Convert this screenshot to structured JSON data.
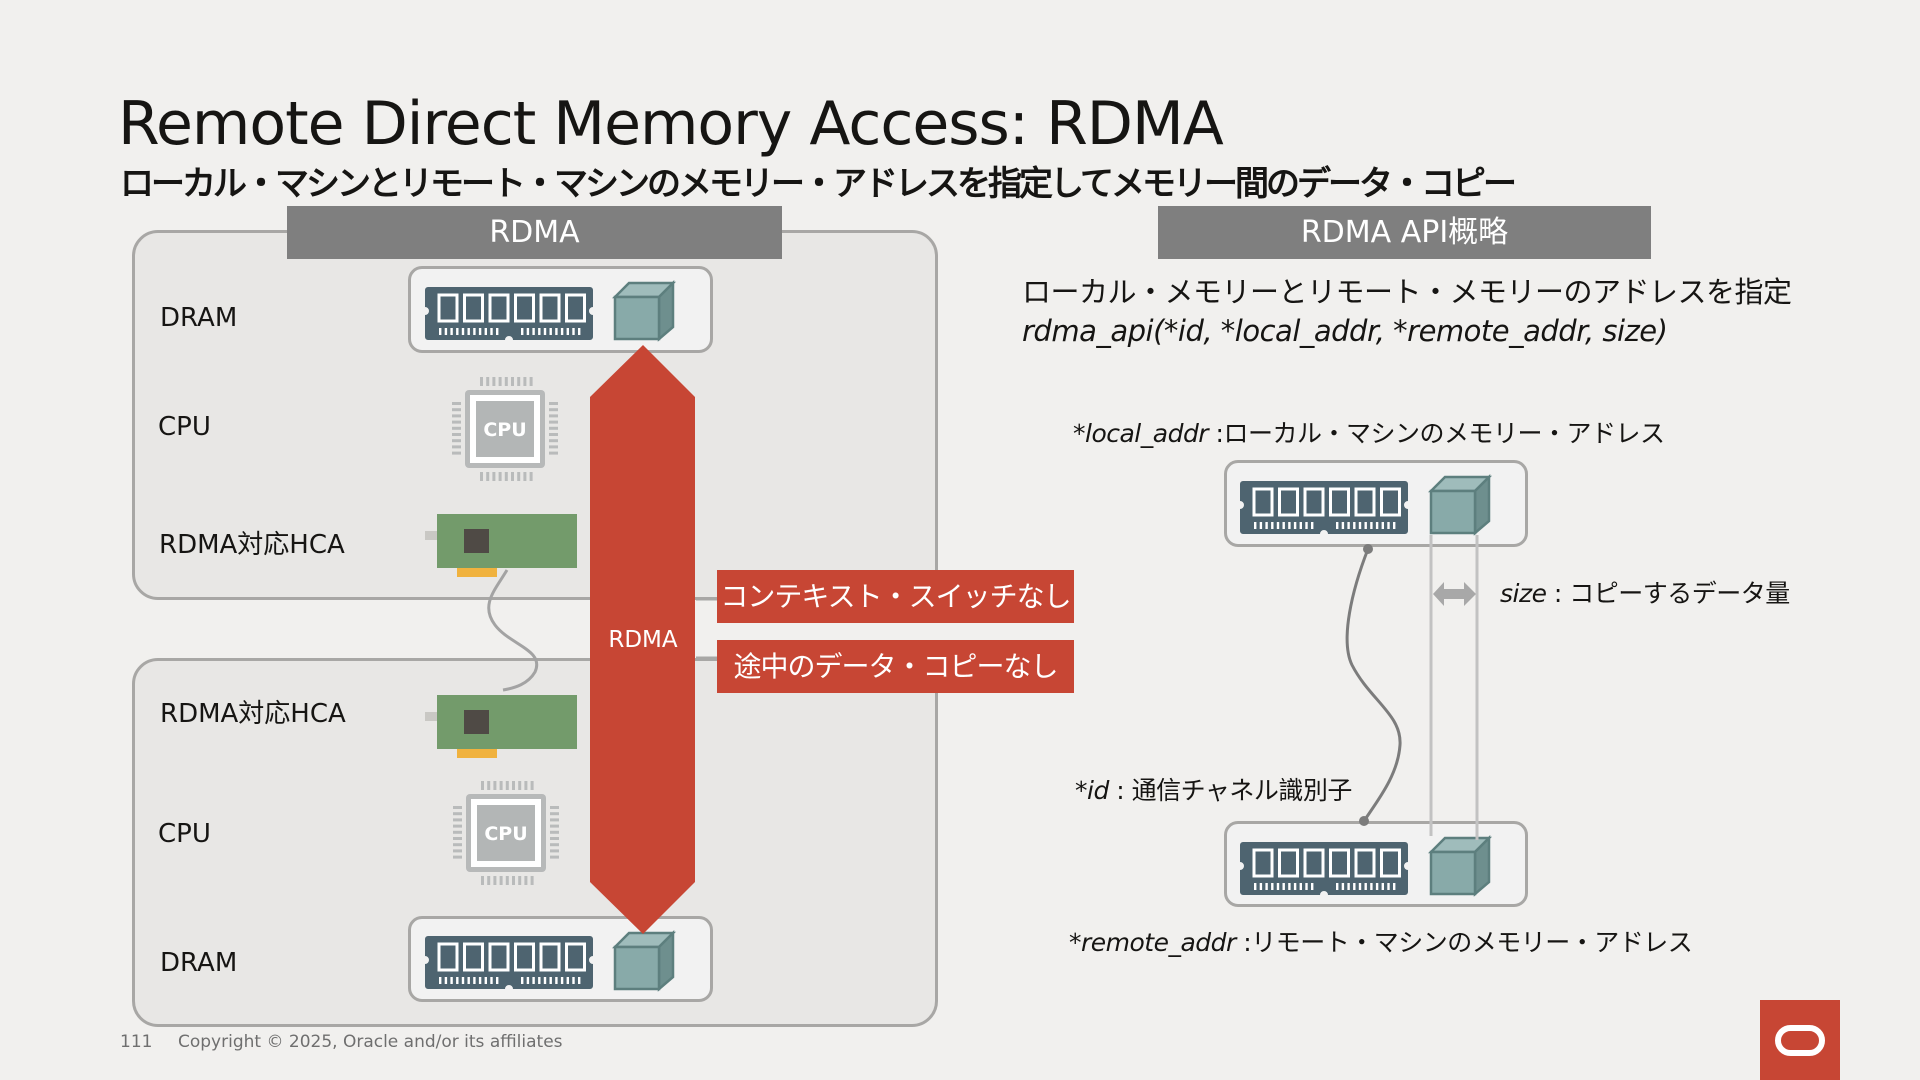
{
  "slide": {
    "title": "Remote Direct Memory Access: RDMA",
    "subtitle": "ローカル・マシンとリモート・マシンのメモリー・アドレスを指定してメモリー間のデータ・コピー"
  },
  "left_panel": {
    "header": "RDMA",
    "local_machine": {
      "labels": [
        "DRAM",
        "CPU",
        "RDMA対応HCA"
      ]
    },
    "remote_machine": {
      "labels": [
        "RDMA対応HCA",
        "CPU",
        "DRAM"
      ]
    },
    "cpu_chip_text": "CPU",
    "arrow_label": "RDMA",
    "callouts": [
      "コンテキスト・スイッチなし",
      "途中のデータ・コピーなし"
    ]
  },
  "right_panel": {
    "header": "RDMA API概略",
    "description": "ローカル・メモリーとリモート・メモリーのアドレスを指定",
    "signature": "rdma_api(*id, *local_addr, *remote_addr, size)",
    "params": {
      "local_addr": {
        "name": "*local_addr",
        "desc": " :ローカル・マシンのメモリー・アドレス"
      },
      "size": {
        "name": "size",
        "desc": " : コピーするデータ量"
      },
      "id": {
        "name": "*id",
        "desc": " : 通信チャネル識別子"
      },
      "remote_addr": {
        "name": "*remote_addr",
        "desc": " :リモート・マシンのメモリー・アドレス"
      }
    }
  },
  "footer": {
    "page_number": "111",
    "copyright": "Copyright © 2025, Oracle and/or its affiliates"
  },
  "colors": {
    "accent_red": "#c74634",
    "header_grey": "#7f7f7f",
    "ram_slate": "#4e6470",
    "cube_teal": "#88aaa9",
    "hca_green": "#739b6b"
  },
  "icons": {
    "logo": "oracle-logo-icon",
    "ram": "ram-module-icon",
    "cube": "data-block-icon",
    "cpu": "cpu-chip-icon",
    "hca": "network-card-icon"
  }
}
